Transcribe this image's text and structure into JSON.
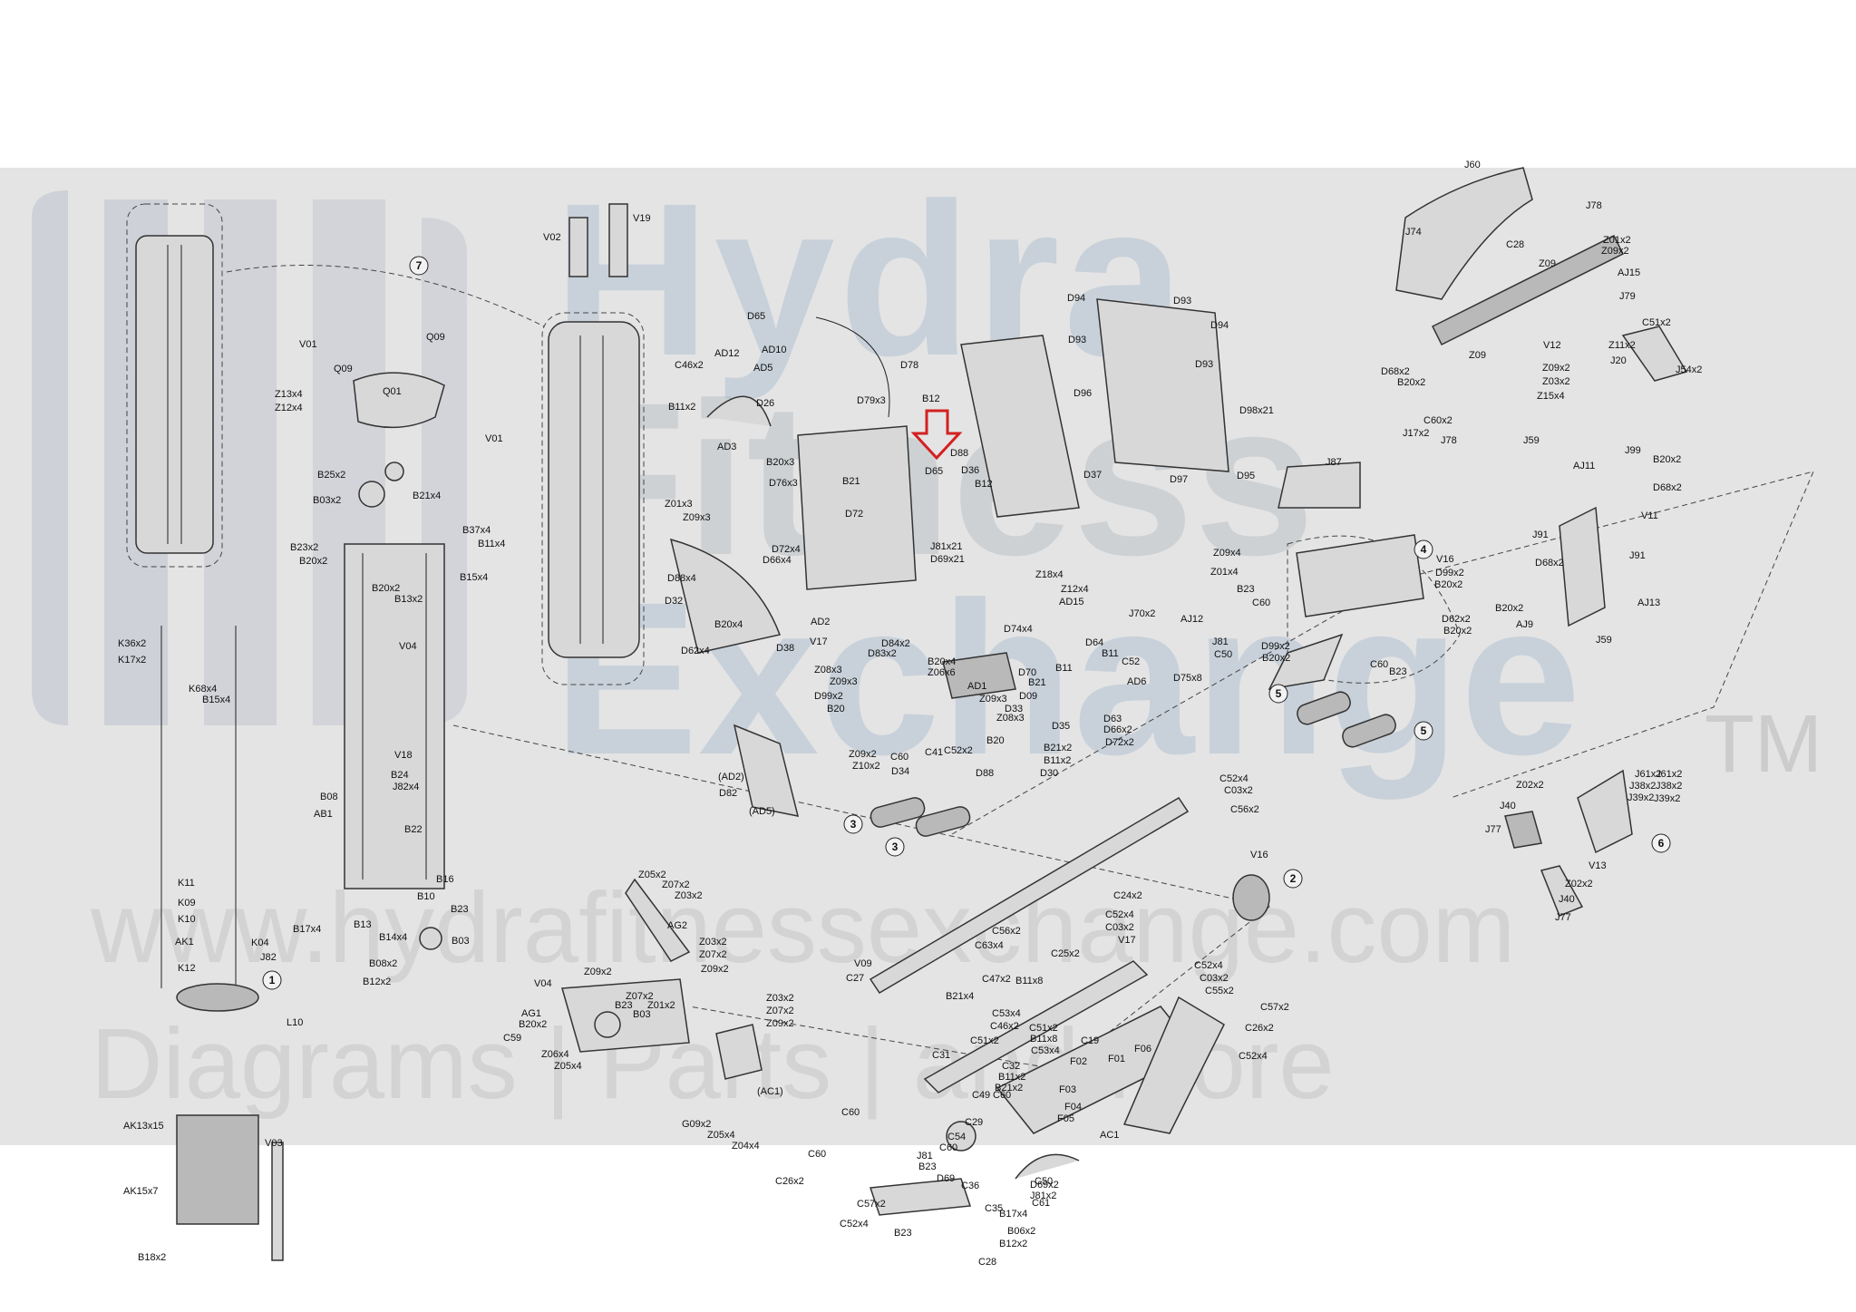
{
  "watermark": {
    "line1": "Hydra",
    "line2": "Fitness",
    "line3": "Exchange",
    "trademark": "TM",
    "url": "www.hydrafitnessexchange.com",
    "tagline": "Diagrams | Parts | and More"
  },
  "highlight": {
    "part": "D65",
    "arrow_color": "#d42020"
  },
  "callouts": [
    "1",
    "2",
    "3",
    "3",
    "4",
    "5",
    "5",
    "6",
    "7"
  ],
  "labels": {
    "left_col": [
      "V01",
      "Q09",
      "Q09",
      "Z13x4",
      "Q01",
      "Z12x4",
      "V01",
      "B25x2",
      "B03x2",
      "B21x4",
      "B37x4",
      "B11x4",
      "B23x2",
      "B20x2",
      "B20x2",
      "B13x2",
      "B15x4",
      "V04",
      "K36x2",
      "K17x2",
      "K68x4",
      "B15x4",
      "V18",
      "B24",
      "J82x4",
      "B08",
      "AB1",
      "B22",
      "B16",
      "B10",
      "B23",
      "B17x4",
      "B13",
      "B14x4",
      "B03",
      "B08x2",
      "B12x2",
      "K11",
      "K09",
      "K10",
      "AK1",
      "K04",
      "J82",
      "K12",
      "L10",
      "AK13x15",
      "AK15x7",
      "V03",
      "B18x2"
    ],
    "center_top": [
      "V02",
      "V19",
      "D65",
      "AD12",
      "AD10",
      "C46x2",
      "AD5",
      "D78",
      "B11x2",
      "D26",
      "D79x3",
      "B12",
      "AD3",
      "B20x3",
      "D88",
      "D65",
      "D76x3",
      "B21",
      "D36",
      "B12",
      "Z01x3",
      "Z09x3",
      "D72",
      "J81x21",
      "D69x21",
      "D72x4",
      "D66x4",
      "D88x4",
      "D32",
      "B20x4",
      "AD2",
      "V17",
      "D62x4",
      "D38",
      "D94",
      "D93",
      "D94",
      "D93",
      "D96",
      "D93",
      "D98x21",
      "D37",
      "D97",
      "D95",
      "D74x4",
      "Z18x4",
      "Z12x4",
      "AD15"
    ],
    "center_mid": [
      "D84x2",
      "D83x2",
      "Z08x3",
      "Z09x3",
      "B20x4",
      "Z06x6",
      "D99x2",
      "B20",
      "AD1",
      "D70",
      "B21",
      "B11",
      "Z09x3",
      "D09",
      "Z08x3",
      "D33",
      "D35",
      "D63",
      "D66x2",
      "D72x2",
      "Z09x2",
      "Z10x2",
      "C60",
      "C41",
      "D34",
      "C52x2",
      "B20",
      "B21x2",
      "B11x2",
      "D30",
      "D88",
      "(AD2)",
      "D82",
      "(AD5)",
      "D64",
      "B11",
      "C52",
      "AD6",
      "J70x2",
      "AJ12",
      "J81",
      "C50",
      "D99x2",
      "B20x2",
      "D75x8"
    ],
    "center_low": [
      "C52x4",
      "C03x2",
      "C56x2",
      "V16",
      "C24x2",
      "C52x4",
      "C03x2",
      "V17",
      "C25x2",
      "C52x4",
      "C03x2",
      "C55x2",
      "C56x2",
      "C63x4",
      "V09",
      "C27",
      "C47x2",
      "B21x4",
      "B11x8",
      "C53x4",
      "C46x2",
      "C51x2",
      "B11x8",
      "C53x4",
      "C57x2",
      "C26x2",
      "C52x4",
      "C19",
      "C51x2",
      "C31",
      "C32",
      "B11x2",
      "B21x2",
      "C49",
      "C60",
      "F02",
      "F01",
      "F06",
      "F03",
      "F04",
      "F05",
      "C29",
      "C54",
      "C60",
      "AC1",
      "J81",
      "B23",
      "D69",
      "C36",
      "D69x2",
      "J81x2",
      "C50",
      "C61",
      "C35",
      "B17x4",
      "B06x2",
      "B12x2",
      "C28",
      "C60",
      "C26x2",
      "C57x2",
      "C52x4",
      "B23",
      "C60"
    ],
    "lower_left": [
      "Z05x2",
      "Z07x2",
      "Z03x2",
      "AG2",
      "Z03x2",
      "Z07x2",
      "Z09x2",
      "V04",
      "Z09x2",
      "Z07x2",
      "Z01x2",
      "B23",
      "B03",
      "AG1",
      "B20x2",
      "C59",
      "Z06x4",
      "Z05x4",
      "Z03x2",
      "Z07x2",
      "Z09x2",
      "(AC1)",
      "G09x2",
      "Z05x4",
      "Z04x4"
    ],
    "right": [
      "J60",
      "J78",
      "Z01x2",
      "Z09x2",
      "J74",
      "C28",
      "Z09",
      "AJ15",
      "J79",
      "C51x2",
      "Z11x2",
      "V12",
      "J20",
      "J54x2",
      "Z09",
      "D68x2",
      "B20x2",
      "Z09x2",
      "Z03x2",
      "Z15x4",
      "C60x2",
      "J17x2",
      "J78",
      "J59",
      "J87",
      "AJ11",
      "J99",
      "B20x2",
      "D68x2",
      "V11",
      "J91",
      "J91",
      "V16",
      "D99x2",
      "B20x2",
      "Z09x4",
      "Z01x4",
      "B23",
      "C60",
      "D62x2",
      "B20x2",
      "C60",
      "B23",
      "D68x2",
      "B20x2",
      "AJ13",
      "AJ9",
      "J59",
      "J61x2",
      "J38x2",
      "J39x2",
      "Z02x2",
      "J40",
      "J77",
      "J61x2",
      "J38x2",
      "J39x2",
      "V13",
      "Z02x2",
      "J40",
      "J77"
    ]
  }
}
